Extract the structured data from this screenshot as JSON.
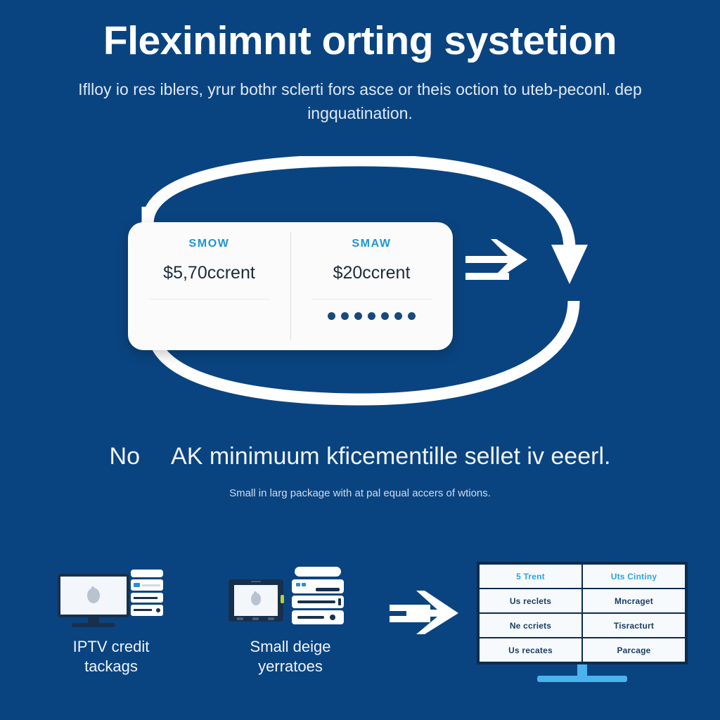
{
  "theme": {
    "background": "#0a4480",
    "accent_blue": "#1e95d8",
    "light_blue": "#4bb2ed",
    "card_bg": "#fbfbfb",
    "navy_dark": "#0c2b4e",
    "text_white": "#ffffff"
  },
  "header": {
    "title": "Flexinimnıt orting systetion",
    "subtitle": "Iflloy io res iblers, yrur bothr sclerti fors asce or theis oction to uteb-peconl. dep ingquatination."
  },
  "cycle": {
    "card": {
      "columns": [
        {
          "brand": "SMOW",
          "price": "$5,70ccrent",
          "dots": 0
        },
        {
          "brand": "SMAW",
          "price": "$20ccrent",
          "dots": 7
        }
      ]
    },
    "icons": {
      "inner_arrow": "double-line-right-arrow-icon",
      "loop": "circular-recycle-loop-icon"
    }
  },
  "mid": {
    "heading_lead": "No",
    "heading_rest": "AK minimuum kficementille sellet iv eeerl.",
    "subtext": "Small in larg package with at pal equal accers of wtions."
  },
  "flow": {
    "items": [
      {
        "icon": "desktop-monitor-and-documents-icon",
        "label": "IPTV credit\ntackags"
      },
      {
        "icon": "tablet-and-server-stack-icon",
        "label": "Small deige\nyerratoes"
      }
    ],
    "arrow_icon": "double-line-right-arrow-icon",
    "table": {
      "header": [
        "5 Trent",
        "Uts Cintiny"
      ],
      "rows": [
        [
          "Us reclets",
          "Mncraget"
        ],
        [
          "Ne ccriets",
          "Tisracturt"
        ],
        [
          "Us recates",
          "Parcage"
        ]
      ],
      "stand_icon": "table-stand-icon"
    }
  }
}
